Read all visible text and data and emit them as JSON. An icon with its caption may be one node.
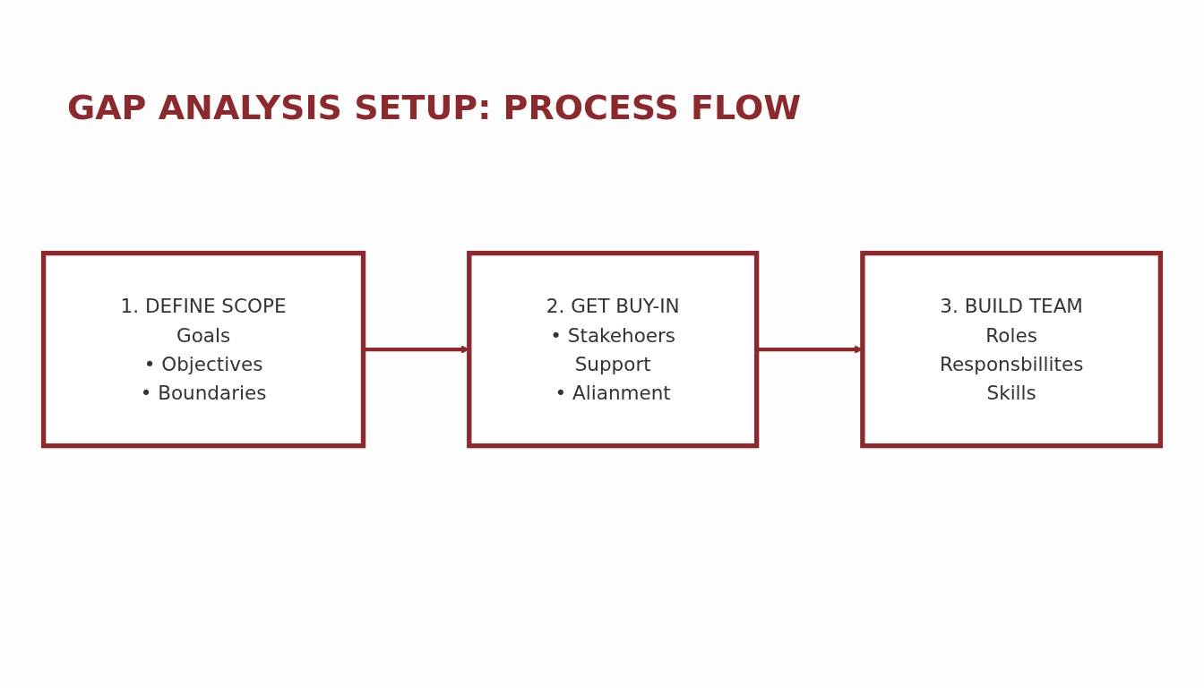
{
  "diagram": {
    "title": "GAP ANALYSIS SETUP: PROCESS FLOW",
    "nodes": [
      {
        "text": [
          "1. DEFINE SCOPE",
          "Goals",
          "• Objectives",
          "• Boundaries"
        ]
      },
      {
        "text": [
          "2. GET BUY-IN",
          "• Stakehoers",
          "Support",
          "• Alianment"
        ]
      },
      {
        "text": [
          "3. BUILD TEAM",
          "Roles",
          "Responsbillites",
          "Skills"
        ]
      }
    ],
    "edges": [
      {
        "from": 0,
        "to": 1,
        "arrow": "to"
      },
      {
        "from": 1,
        "to": 2,
        "arrow": "to"
      }
    ]
  }
}
